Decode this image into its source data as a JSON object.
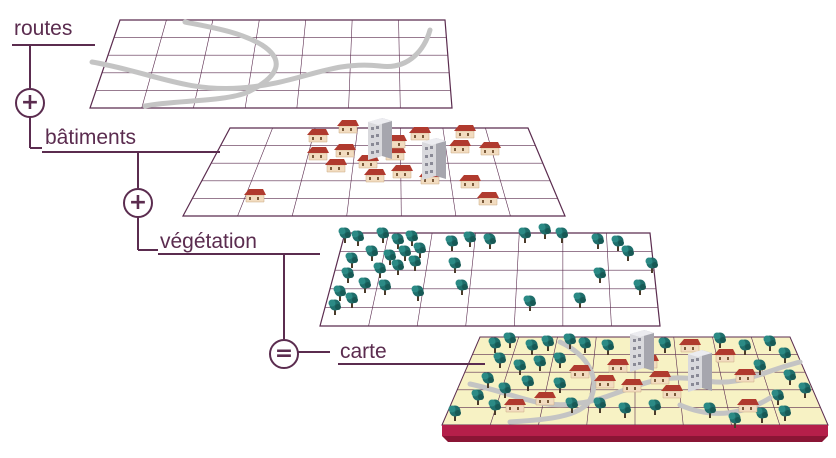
{
  "labels": {
    "routes": "routes",
    "batiments": "bâtiments",
    "vegetation": "végétation",
    "carte": "carte"
  },
  "operators": {
    "plus_1": "+",
    "plus_2": "+",
    "equals": "="
  },
  "colors": {
    "accent": "#5b2c4f",
    "road": "#c4c4c4",
    "roof": "#b03a2e",
    "wall": "#f2dcc0",
    "tree": "#1f6e6b",
    "map_ground": "#f7f2c4",
    "map_base": "#b51f4a"
  },
  "icons": [
    "plus-icon",
    "plus-icon",
    "equals-icon",
    "house-icon",
    "building-icon",
    "tree-icon"
  ]
}
